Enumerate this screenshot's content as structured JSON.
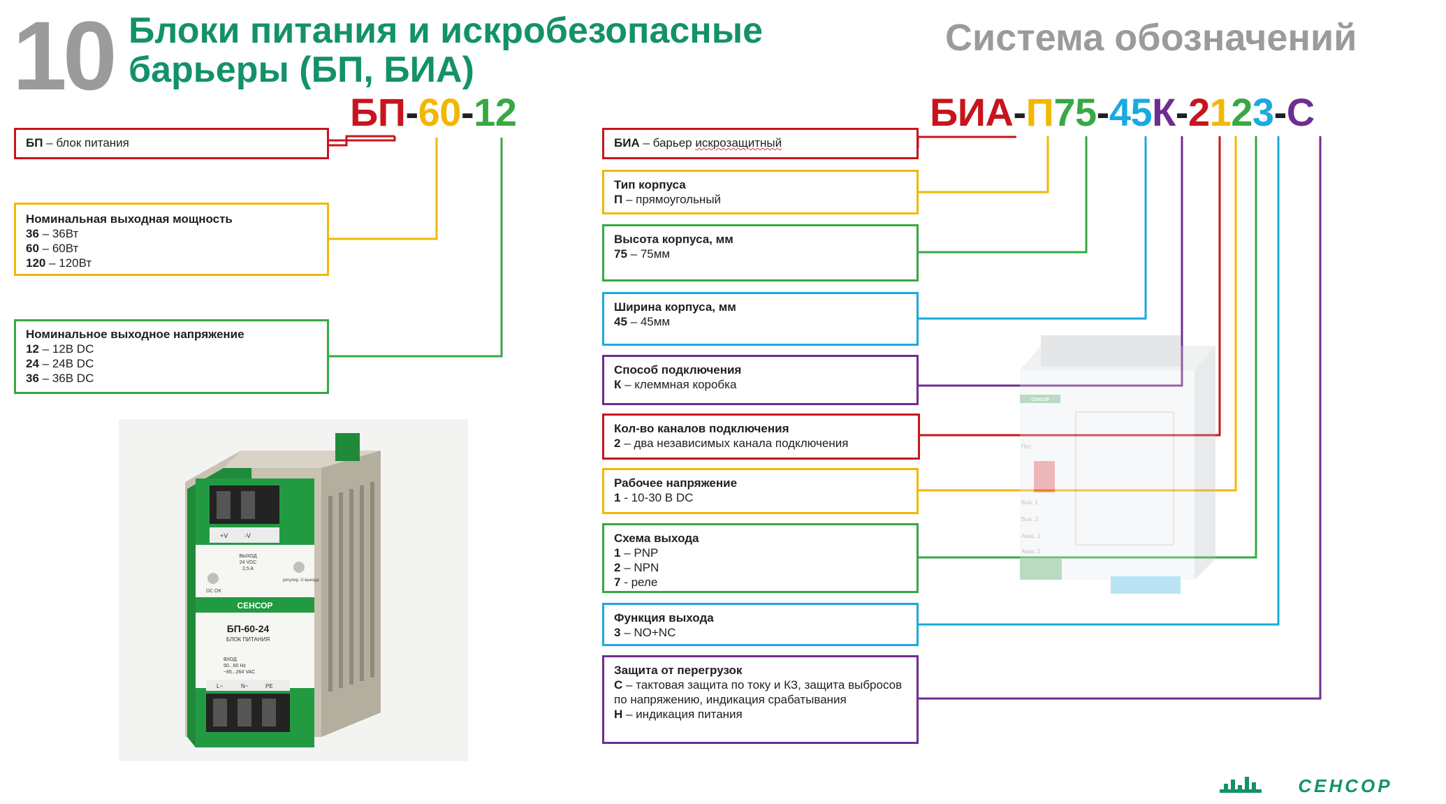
{
  "page_number": "10",
  "heading_lines": [
    "Блоки питания и искробезопасные",
    "барьеры (БП, БИА)"
  ],
  "subheading": "Система обозначений",
  "colors": {
    "red": "#c8141e",
    "yellow": "#f2b705",
    "green": "#36a845",
    "blue": "#1aa9e1",
    "purple": "#6f2c91",
    "brand_green": "#13916a",
    "grey": "#9b9b9b"
  },
  "bp_code": [
    {
      "text": "БП",
      "color": "red"
    },
    {
      "text": "-",
      "color": "black"
    },
    {
      "text": "60",
      "color": "yellow"
    },
    {
      "text": "-",
      "color": "black"
    },
    {
      "text": "12",
      "color": "green"
    }
  ],
  "bia_code": [
    {
      "text": "БИА",
      "color": "red"
    },
    {
      "text": "-",
      "color": "black"
    },
    {
      "text": "П",
      "color": "yellow"
    },
    {
      "text": "75",
      "color": "green"
    },
    {
      "text": "-",
      "color": "black"
    },
    {
      "text": "45",
      "color": "blue"
    },
    {
      "text": "К",
      "color": "purple"
    },
    {
      "text": "-",
      "color": "black"
    },
    {
      "text": "2",
      "color": "red"
    },
    {
      "text": "1",
      "color": "yellow"
    },
    {
      "text": "2",
      "color": "green"
    },
    {
      "text": "3",
      "color": "blue"
    },
    {
      "text": "-",
      "color": "black"
    },
    {
      "text": "С",
      "color": "purple"
    }
  ],
  "bp_boxes": [
    {
      "name": "bp-type",
      "color": "red",
      "lines": [
        {
          "key": "БП",
          "text": " – блок питания"
        }
      ]
    },
    {
      "name": "bp-power",
      "color": "yellow",
      "title": "Номинальная выходная мощность",
      "lines": [
        {
          "key": "36",
          "text": " – 36Вт"
        },
        {
          "key": "60",
          "text": " – 60Вт"
        },
        {
          "key": "120",
          "text": " – 120Вт"
        }
      ]
    },
    {
      "name": "bp-voltage",
      "color": "green",
      "title": "Номинальное выходное напряжение",
      "lines": [
        {
          "key": "12",
          "text": " – 12В DC"
        },
        {
          "key": "24",
          "text": " – 24В DC"
        },
        {
          "key": "36",
          "text": " – 36В DC"
        }
      ]
    }
  ],
  "bia_boxes": [
    {
      "name": "bia-type",
      "color": "red",
      "lines": [
        {
          "key": "БИА",
          "text": " – барьер ",
          "wavy": "искрозащитный"
        }
      ]
    },
    {
      "name": "housing-type",
      "color": "yellow",
      "title": "Тип корпуса",
      "lines": [
        {
          "key": "П",
          "text": " – прямоугольный"
        }
      ]
    },
    {
      "name": "housing-height",
      "color": "green",
      "title": "Высота корпуса, мм",
      "lines": [
        {
          "key": "75",
          "text": " – 75мм"
        }
      ]
    },
    {
      "name": "housing-width",
      "color": "blue",
      "title": "Ширина корпуса, мм",
      "lines": [
        {
          "key": "45",
          "text": " – 45мм"
        }
      ]
    },
    {
      "name": "connection-method",
      "color": "purple",
      "title": "Способ подключения",
      "lines": [
        {
          "key": "К",
          "text": " – клеммная коробка"
        }
      ]
    },
    {
      "name": "channel-count",
      "color": "red",
      "title": "Кол-во каналов подключения",
      "lines": [
        {
          "key": "2",
          "text": " – два независимых канала подключения"
        }
      ]
    },
    {
      "name": "operating-voltage",
      "color": "yellow",
      "title": "Рабочее напряжение",
      "lines": [
        {
          "key": "1",
          "text": " - 10-30 В DC"
        }
      ]
    },
    {
      "name": "output-scheme",
      "color": "green",
      "title": "Схема выхода",
      "lines": [
        {
          "key": "1",
          "text": " – PNP"
        },
        {
          "key": "2",
          "text": " – NPN"
        },
        {
          "key": "7",
          "text": " - реле"
        }
      ]
    },
    {
      "name": "output-function",
      "color": "blue",
      "title": "Функция выхода",
      "lines": [
        {
          "key": "3",
          "text": " – NO+NC"
        }
      ]
    },
    {
      "name": "overload-protection",
      "color": "purple",
      "title": "Защита от перегрузок",
      "lines": [
        {
          "key": "С",
          "text": " – тактовая защита по току и КЗ, защита выбросов по напряжению, индикация срабатывания"
        },
        {
          "key": "Н",
          "text": " – индикация питания"
        }
      ]
    }
  ],
  "device_bp": {
    "terminal_top": [
      "+V",
      "-V"
    ],
    "output_label": [
      "ВЫХОД",
      "24 VDC",
      "2,5 A"
    ],
    "dc_ok": "DC OK",
    "adj": "регулир. U выхода",
    "brand": "СЕНСОР",
    "model": "БП-60-24",
    "model_sub": "БЛОК ПИТАНИЯ",
    "input_label": [
      "ВХОД",
      "50...60 Hz",
      "~85...264 VAC"
    ],
    "terminal_bottom": [
      "L~",
      "N~",
      "PE"
    ]
  },
  "device_bia": {
    "brand": "СЕНСОР",
    "labels": [
      "Пит.",
      "Вых. 1",
      "Вых. 2",
      "Авар. 1",
      "Авар. 2"
    ]
  },
  "logo_text": "СЕНСОР"
}
